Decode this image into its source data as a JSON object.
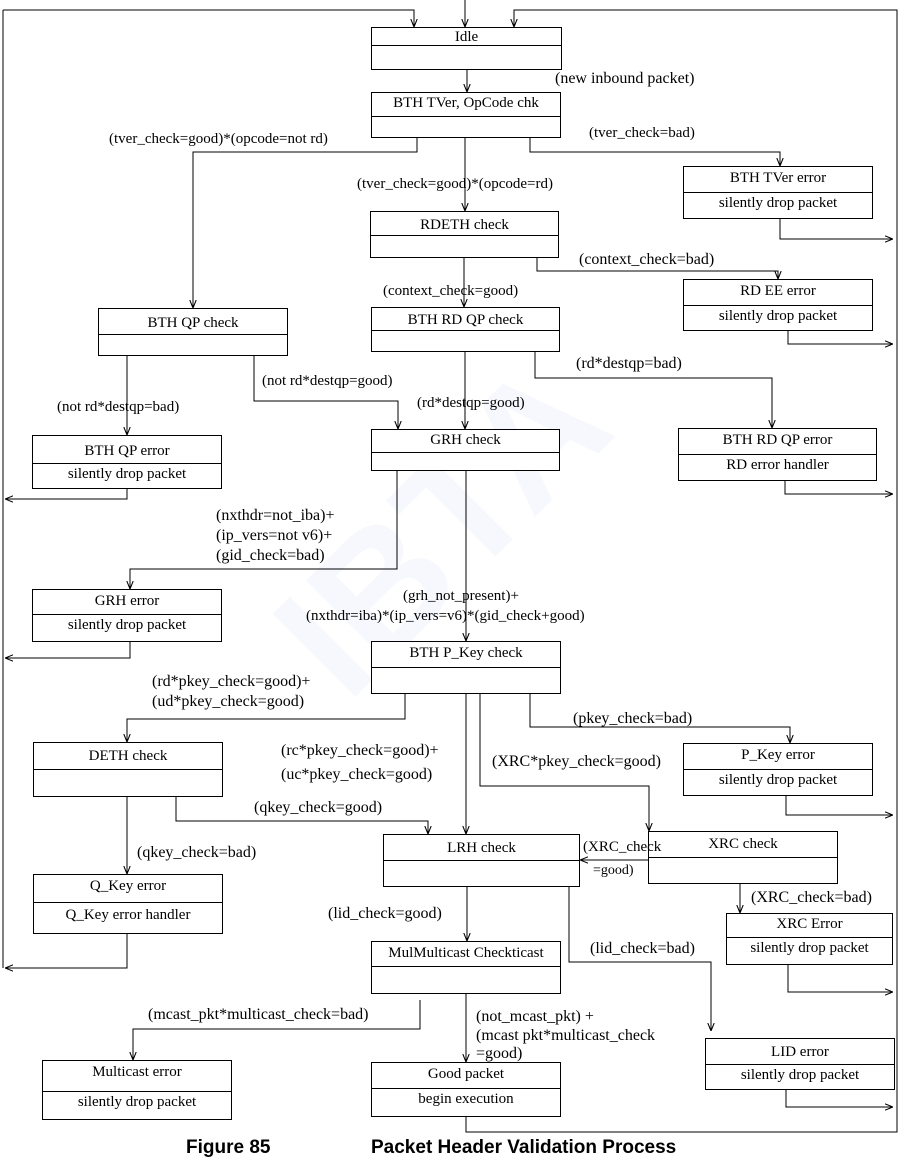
{
  "watermark": "IBTA",
  "boxes": {
    "idle": {
      "line1": "Idle",
      "line2": ""
    },
    "bth_tver": {
      "line1": "BTH TVer, OpCode chk",
      "line2": ""
    },
    "bth_tver_error": {
      "line1": "BTH TVer error",
      "line2": "silently drop packet"
    },
    "rdeth": {
      "line1": "RDETH check",
      "line2": ""
    },
    "rd_ee_error": {
      "line1": "RD EE error",
      "line2": "silently drop packet"
    },
    "bth_qp": {
      "line1": "BTH QP check",
      "line2": ""
    },
    "bth_rd_qp": {
      "line1": "BTH RD QP check",
      "line2": ""
    },
    "bth_qp_error": {
      "line1": "BTH QP error",
      "line2": "silently drop packet"
    },
    "grh_check": {
      "line1": "GRH check",
      "line2": ""
    },
    "bth_rd_qp_error": {
      "line1": "BTH RD QP error",
      "line2": "RD error handler"
    },
    "grh_error": {
      "line1": "GRH error",
      "line2": "silently drop packet"
    },
    "pkey_check": {
      "line1": "BTH P_Key check",
      "line2": ""
    },
    "deth": {
      "line1": "DETH check",
      "line2": ""
    },
    "pkey_error": {
      "line1": "P_Key error",
      "line2": "silently drop packet"
    },
    "lrh": {
      "line1": "LRH check",
      "line2": ""
    },
    "xrc_check": {
      "line1": "XRC check",
      "line2": ""
    },
    "qkey_error": {
      "line1": "Q_Key error",
      "line2": "Q_Key error handler"
    },
    "xrc_error": {
      "line1": "XRC Error",
      "line2": "silently drop packet"
    },
    "multicast_check": {
      "line1": "MulMulticast Checkticast",
      "line2": ""
    },
    "lid_error": {
      "line1": "LID error",
      "line2": "silently drop packet"
    },
    "multicast_error": {
      "line1": "Multicast error",
      "line2": "silently drop packet"
    },
    "good_packet": {
      "line1": "Good packet",
      "line2": "begin execution"
    }
  },
  "labels": {
    "new_inbound": "(new inbound packet)",
    "tver_good_not_rd": "(tver_check=good)*(opcode=not rd)",
    "tver_bad": "(tver_check=bad)",
    "tver_good_rd": "(tver_check=good)*(opcode=rd)",
    "context_bad": "(context_check=bad)",
    "context_good": "(context_check=good)",
    "rd_destqp_bad": "(rd*destqp=bad)",
    "not_rd_destqp_good": "(not rd*destqp=good)",
    "not_rd_destqp_bad": "(not rd*destqp=bad)",
    "rd_destqp_good": "(rd*destqp=good)",
    "nxthdr_not_iba": "(nxthdr=not_iba)+",
    "ip_vers_not_v6": "(ip_vers=not v6)+",
    "gid_bad": "(gid_check=bad)",
    "grh_not_present": "(grh_not_present)+",
    "nxthdr_iba": "(nxthdr=iba)*(ip_vers=v6)*(gid_check+good)",
    "rd_pkey_good": "(rd*pkey_check=good)+",
    "ud_pkey_good": "(ud*pkey_check=good)",
    "pkey_bad": "(pkey_check=bad)",
    "rc_pkey_good": "(rc*pkey_check=good)+",
    "uc_pkey_good": "(uc*pkey_check=good)",
    "xrc_pkey_good": "(XRC*pkey_check=good)",
    "qkey_good": "(qkey_check=good)",
    "xrc_check_good_1": "(XRC_check",
    "xrc_check_good_2": "=good)",
    "qkey_bad": "(qkey_check=bad)",
    "xrc_check_bad": "(XRC_check=bad)",
    "lid_good": "(lid_check=good)",
    "lid_bad": "(lid_check=bad)",
    "mcast_bad": "(mcast_pkt*multicast_check=bad)",
    "not_mcast_1": "(not_mcast_pkt) +",
    "not_mcast_2": "(mcast pkt*multicast_check",
    "not_mcast_3": "=good)"
  },
  "caption": {
    "figure": "Figure 85",
    "title": "Packet Header Validation Process"
  }
}
